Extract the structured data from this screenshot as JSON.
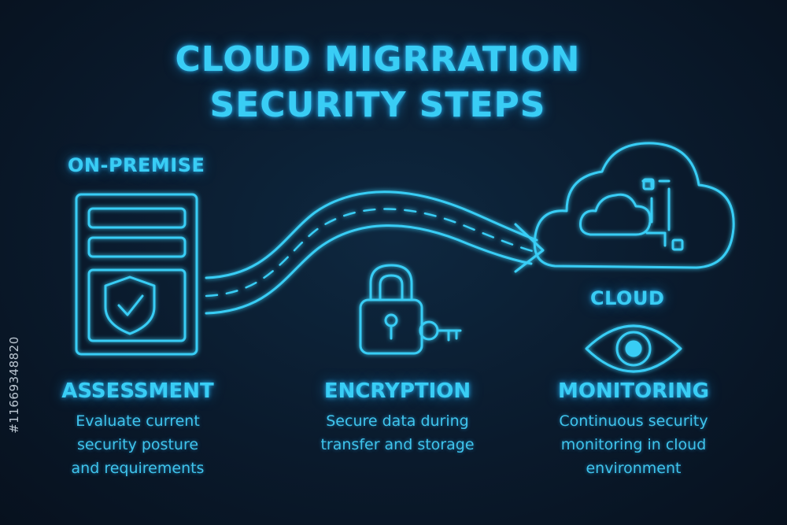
{
  "title": {
    "line1": "CLOUD MIGRRATION",
    "line2": "SECURITY STEPS"
  },
  "on_premise": {
    "label": "ON-PREMISE"
  },
  "cloud": {
    "label": "CLOUD"
  },
  "steps": [
    {
      "heading": "ASSESSMENT",
      "lines": [
        "Evaluate current",
        "security posture",
        "and requirements"
      ],
      "icon": "server-shield-icon"
    },
    {
      "heading": "ENCRYPTION",
      "lines": [
        "Secure data during",
        "transfer and storage"
      ],
      "icon": "padlock-key-icon"
    },
    {
      "heading": "MONITORING",
      "lines": [
        "Continuous security",
        "monitoring in cloud",
        "environment"
      ],
      "icon": "eye-icon"
    }
  ],
  "watermark": "#1166934882​0",
  "colors": {
    "accent": "#39cdf5",
    "background": "#0a1a2c"
  }
}
